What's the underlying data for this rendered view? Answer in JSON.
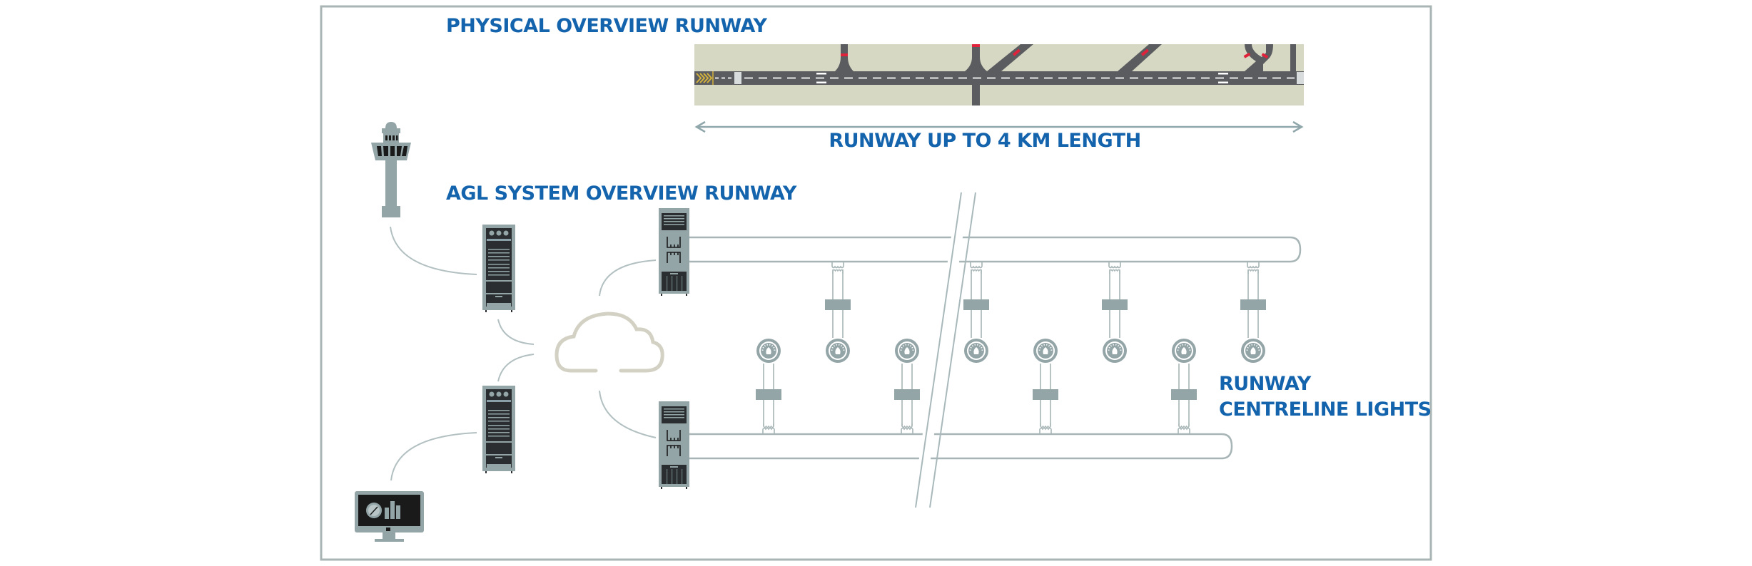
{
  "physical_overview": {
    "title": "PHYSICAL OVERVIEW RUNWAY",
    "length_label": "RUNWAY UP TO 4 KM LENGTH"
  },
  "agl_overview": {
    "title": "AGL SYSTEM OVERVIEW RUNWAY",
    "centreline_label_line1": "RUNWAY",
    "centreline_label_line2": "CENTRELINE LIGHTS"
  },
  "icons": {
    "tower": "control-tower-icon",
    "rack": "server-rack-icon",
    "cloud": "cloud-icon",
    "monitor": "monitor-dashboard-icon",
    "light": "runway-light-icon",
    "transformer": "isolation-transformer-icon"
  },
  "colors": {
    "accent_blue": "#1463ad",
    "steel_gray": "#94a5a8",
    "frame_gray": "#a9b4b4",
    "grass": "#d6d8c4",
    "asphalt": "#5a5c5f",
    "cloud": "#d3d1c3",
    "stop_bar_red": "#e0223a"
  },
  "circuits": {
    "upper_loop_lights": 4,
    "lower_loop_lights": 4,
    "total_centreline_lights": 8
  }
}
